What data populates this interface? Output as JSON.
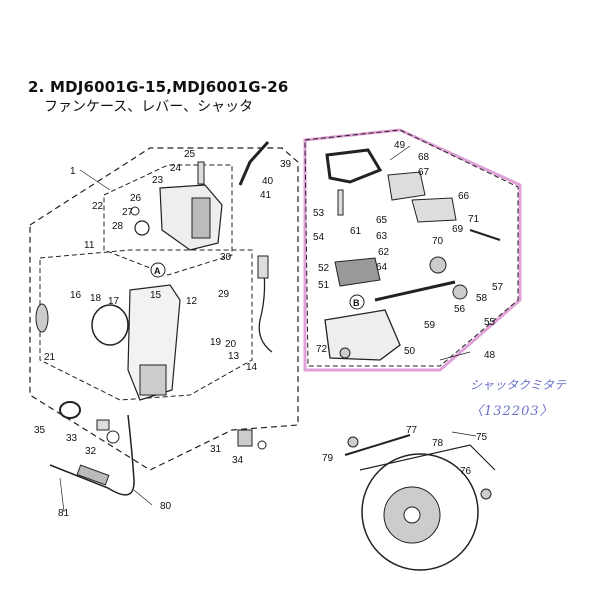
{
  "header": {
    "model_line": "2. MDJ6001G-15,MDJ6001G-26",
    "parts_line": "ファンケース、レバー、シャッタ"
  },
  "handwritten_note": {
    "line1": "シャッタクミタテ",
    "line2": "〈132203〉"
  },
  "callouts": [
    "A",
    "B"
  ],
  "colors": {
    "ink": "#111111",
    "highlight": "#e0a0d8",
    "pen": "#6a72c8"
  },
  "parts": [
    "1",
    "11",
    "12",
    "13",
    "14",
    "15",
    "16",
    "17",
    "18",
    "19",
    "20",
    "21",
    "22",
    "23",
    "24",
    "25",
    "26",
    "27",
    "28",
    "29",
    "30",
    "31",
    "32",
    "33",
    "34",
    "35",
    "39",
    "40",
    "41",
    "48",
    "49",
    "50",
    "51",
    "52",
    "53",
    "54",
    "55",
    "56",
    "57",
    "58",
    "59",
    "61",
    "62",
    "63",
    "64",
    "65",
    "66",
    "67",
    "68",
    "69",
    "70",
    "71",
    "72",
    "75",
    "76",
    "77",
    "78",
    "79",
    "80",
    "81"
  ]
}
